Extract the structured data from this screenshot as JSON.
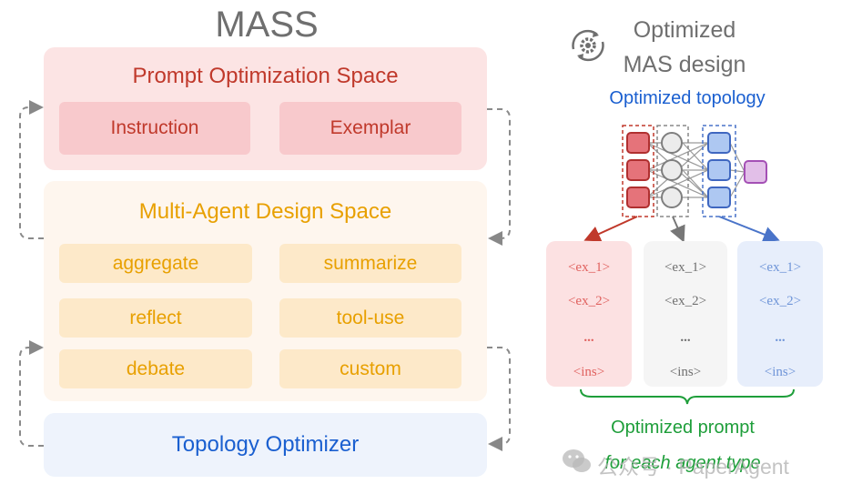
{
  "title": "MASS",
  "prompt_space": {
    "title": "Prompt Optimization Space",
    "chips": [
      "Instruction",
      "Exemplar"
    ]
  },
  "agent_space": {
    "title": "Multi-Agent Design Space",
    "chips": [
      "aggregate",
      "summarize",
      "reflect",
      "tool-use",
      "debate",
      "custom"
    ]
  },
  "topology_optimizer": {
    "title": "Topology Optimizer"
  },
  "right": {
    "header_line1": "Optimized",
    "header_line2": "MAS design",
    "topology_label": "Optimized topology",
    "cards": [
      {
        "ex1": "<ex_1>",
        "ex2": "<ex_2>",
        "dots": "...",
        "ins": "<ins>"
      },
      {
        "ex1": "<ex_1>",
        "ex2": "<ex_2>",
        "dots": "...",
        "ins": "<ins>"
      },
      {
        "ex1": "<ex_1>",
        "ex2": "<ex_2>",
        "dots": "...",
        "ins": "<ins>"
      }
    ],
    "prompt_label": "Optimized prompt",
    "prompt_sublabel": "for each agent type",
    "watermark": "公众号 · PaperAgent"
  },
  "colors": {
    "red": "#c0392b",
    "orange": "#e8a000",
    "blue": "#1a5fd0",
    "green": "#1e9e3a",
    "purple": "#a450b5"
  }
}
